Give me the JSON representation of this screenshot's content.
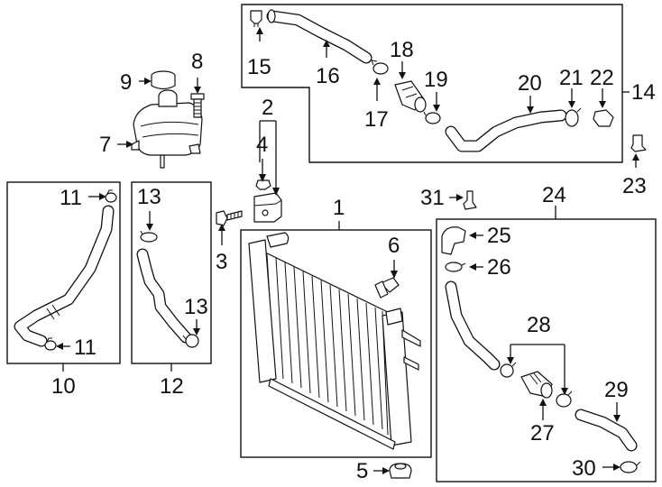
{
  "diagram": {
    "callouts": [
      {
        "id": "c1",
        "text": "1"
      },
      {
        "id": "c2",
        "text": "2"
      },
      {
        "id": "c3",
        "text": "3"
      },
      {
        "id": "c4",
        "text": "4"
      },
      {
        "id": "c5",
        "text": "5"
      },
      {
        "id": "c6",
        "text": "6"
      },
      {
        "id": "c7",
        "text": "7"
      },
      {
        "id": "c8",
        "text": "8"
      },
      {
        "id": "c9",
        "text": "9"
      },
      {
        "id": "c10",
        "text": "10"
      },
      {
        "id": "c11a",
        "text": "11"
      },
      {
        "id": "c11b",
        "text": "11"
      },
      {
        "id": "c12",
        "text": "12"
      },
      {
        "id": "c13a",
        "text": "13"
      },
      {
        "id": "c13b",
        "text": "13"
      },
      {
        "id": "c14",
        "text": "14"
      },
      {
        "id": "c15",
        "text": "15"
      },
      {
        "id": "c16",
        "text": "16"
      },
      {
        "id": "c17",
        "text": "17"
      },
      {
        "id": "c18",
        "text": "18"
      },
      {
        "id": "c19",
        "text": "19"
      },
      {
        "id": "c20",
        "text": "20"
      },
      {
        "id": "c21",
        "text": "21"
      },
      {
        "id": "c22",
        "text": "22"
      },
      {
        "id": "c23",
        "text": "23"
      },
      {
        "id": "c24",
        "text": "24"
      },
      {
        "id": "c25",
        "text": "25"
      },
      {
        "id": "c26",
        "text": "26"
      },
      {
        "id": "c27",
        "text": "27"
      },
      {
        "id": "c28",
        "text": "28"
      },
      {
        "id": "c29",
        "text": "29"
      },
      {
        "id": "c30",
        "text": "30"
      },
      {
        "id": "c31",
        "text": "31"
      }
    ]
  }
}
